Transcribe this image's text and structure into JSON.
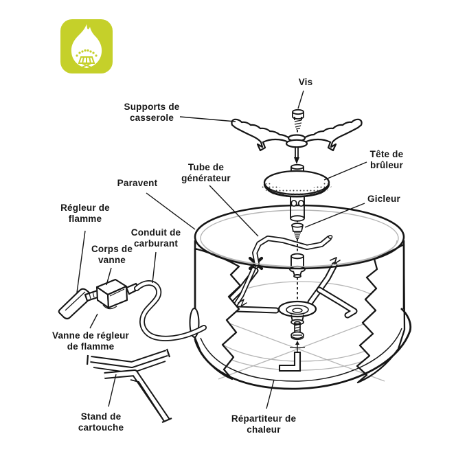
{
  "page": {
    "background_color": "#ffffff"
  },
  "colors": {
    "line": "#161616",
    "guide_gray": "#b5b5b5",
    "logo_green": "#c5d02a",
    "logo_flame": "#ffffff"
  },
  "logo": {
    "icon": "flame-stove-icon"
  },
  "diagram": {
    "labels": {
      "vis": "Vis",
      "supports_de_casserole": "Supports de\ncasserole",
      "tete_de_bruleur": "Tête de\nbrûleur",
      "tube_de_generateur": "Tube de\ngénérateur",
      "gicleur": "Gicleur",
      "paravent": "Paravent",
      "regleur_de_flamme": "Régleur de\nflamme",
      "conduit_de_carburant": "Conduit de\ncarburant",
      "corps_de_vanne": "Corps de\nvanne",
      "vanne_de_regleur_de_flamme": "Vanne de régleur\nde flamme",
      "stand_de_cartouche": "Stand de\ncartouche",
      "repartiteur_de_chaleur": "Répartiteur de\nchaleur"
    }
  }
}
